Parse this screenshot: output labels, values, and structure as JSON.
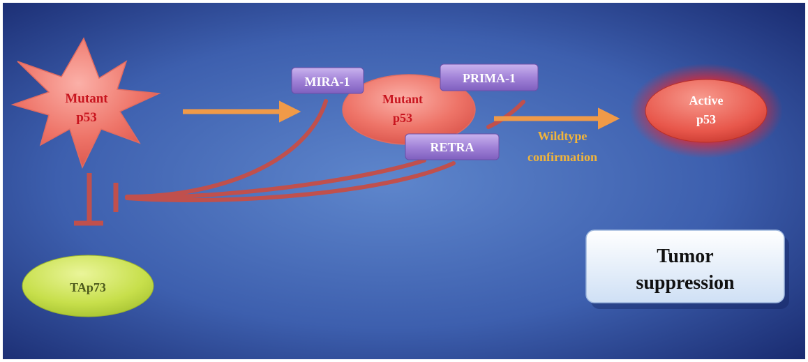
{
  "nodes": {
    "mutant_star": {
      "line1": "Mutant",
      "line2": "p53"
    },
    "mutant_center": {
      "line1": "Mutant",
      "line2": "p53"
    },
    "active": {
      "line1": "Active",
      "line2": "p53"
    },
    "tap73": {
      "label": "TAp73"
    },
    "tumor": {
      "line1": "Tumor",
      "line2": "suppression"
    }
  },
  "drugs": {
    "mira": "MIRA-1",
    "prima": "PRIMA-1",
    "retra": "RETRA"
  },
  "edges": {
    "wildtype_line1": "Wildtype",
    "wildtype_line2": "confirmation"
  },
  "colors": {
    "background_center": "#5a82c8",
    "background_edge": "#1a2b6a",
    "mutant_red": "#c8141e",
    "arrow_orange": "#f09a48",
    "inhibit_red": "#c0504d",
    "label_yellow": "#f2b53a",
    "drug_purple": "#9d7fd0",
    "tap73_green": "#c2dc47"
  }
}
